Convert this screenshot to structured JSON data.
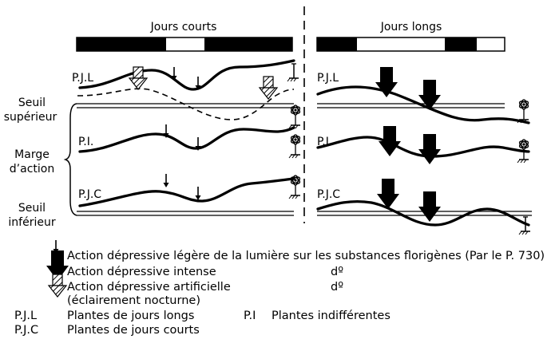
{
  "headers": {
    "short_days": "Jours courts",
    "long_days": "Jours longs"
  },
  "side_labels": {
    "upper_threshold": [
      "Seuil",
      "supérieur"
    ],
    "action_margin": [
      "Marge",
      "d’action"
    ],
    "lower_threshold": [
      "Seuil",
      "inférieur"
    ]
  },
  "curve_labels": {
    "left": [
      "P.J.L",
      "P.I.",
      "P.J.C"
    ],
    "right": [
      "P.J.L",
      "P.I",
      "P.J.C"
    ]
  },
  "legend": {
    "light": {
      "text": "Action dépressive légère de la lumière sur les substances florigènes (Par le P. 730)"
    },
    "intense": {
      "text": "Action dépressive intense",
      "ditto": "dº"
    },
    "artificial": {
      "text": "Action dépressive artificielle",
      "text2": "(éclairement nocturne)",
      "ditto": "dº"
    }
  },
  "abbreviations": [
    {
      "abbr": "P.J.L",
      "meaning": "Plantes de jours longs"
    },
    {
      "abbr": "P.J.C",
      "meaning": "Plantes de jours courts"
    },
    {
      "abbr": "P.I",
      "meaning": "Plantes indifférentes"
    }
  ],
  "colors": {
    "ink": "#000000",
    "paper": "#ffffff"
  }
}
